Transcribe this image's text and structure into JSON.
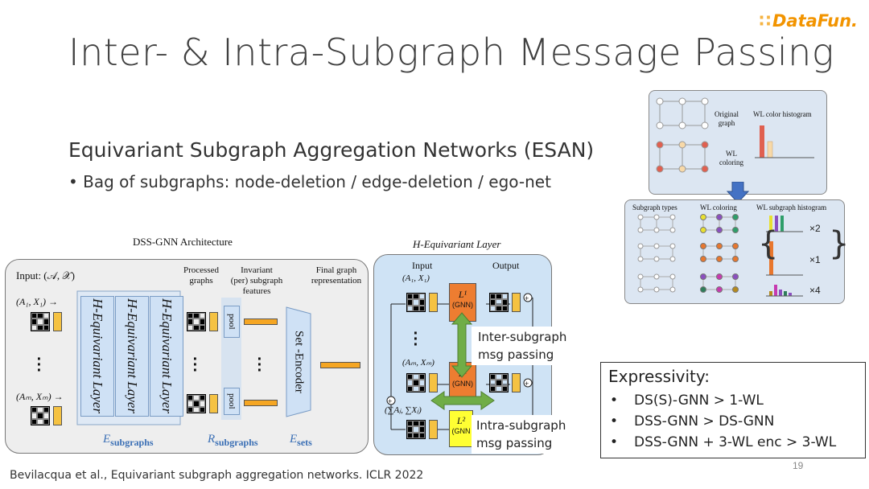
{
  "logo": {
    "dots": "∷",
    "text": "DataFun."
  },
  "title": "Inter- & Intra-Subgraph Message Passing",
  "subtitle": "Equivariant Subgraph Aggregation Networks (ESAN)",
  "bullet": "Bag of subgraphs: node-deletion / edge-deletion / ego-net",
  "dss_figure": {
    "title": "DSS-GNN Architecture",
    "input_label": "Input: (𝒜, 𝒳)",
    "input_first": "(A₁, X₁) →",
    "input_last": "(Aₘ, Xₘ) →",
    "layer_label": "H-Equivariant Layer",
    "processed": [
      "Processed",
      "graphs"
    ],
    "invariant": [
      "Invariant",
      "(per) subgraph",
      "features"
    ],
    "final": [
      "Final graph",
      "representation"
    ],
    "pool": "pool",
    "set_encoder": "Set -Encoder",
    "e_subgraphs": "E",
    "e_subgraphs_sub": "subgraphs",
    "r_subgraphs": "R",
    "r_subgraphs_sub": "subgraphs",
    "e_sets": "E",
    "e_sets_sub": "sets"
  },
  "heq_figure": {
    "title": "H-Equivariant Layer",
    "input": "Input",
    "output": "Output",
    "in_first": "(A₁, X₁)",
    "in_last": "(Aₘ, Xₘ)",
    "sum": "(∑Aⱼ, ∑Xⱼ)",
    "l1": "L¹",
    "l2": "L²",
    "gnn": "(GNN)",
    "gnn_cut": "(GNN",
    "inter_label": [
      "Inter-subgraph",
      "msg passing"
    ],
    "intra_label": [
      "Intra-subgraph",
      "msg passing"
    ]
  },
  "wl_figure": {
    "original_graph": [
      "Original",
      "graph"
    ],
    "wl_color_histogram": "WL color histogram",
    "wl_coloring_top": [
      "WL",
      "coloring"
    ],
    "subgraph_types": "Subgraph types",
    "wl_coloring": "WL coloring",
    "wl_subgraph_histogram": "WL subgraph histogram",
    "multipliers": [
      "×2",
      "×1",
      "×4"
    ]
  },
  "expressivity": {
    "title": "Expressivity:",
    "items": [
      "DS(S)-GNN > 1-WL",
      "DSS-GNN > DS-GNN",
      "DSS-GNN + 3-WL enc > 3-WL"
    ]
  },
  "caption": "Bevilacqua et al., Equivariant subgraph aggregation networks. ICLR 2022",
  "page_number": "19",
  "colors": {
    "accent_orange": "#f29400",
    "box_blue": "#cfe3f5",
    "arrow_green": "#70ad47",
    "bar_yellow": "#f5c242"
  }
}
